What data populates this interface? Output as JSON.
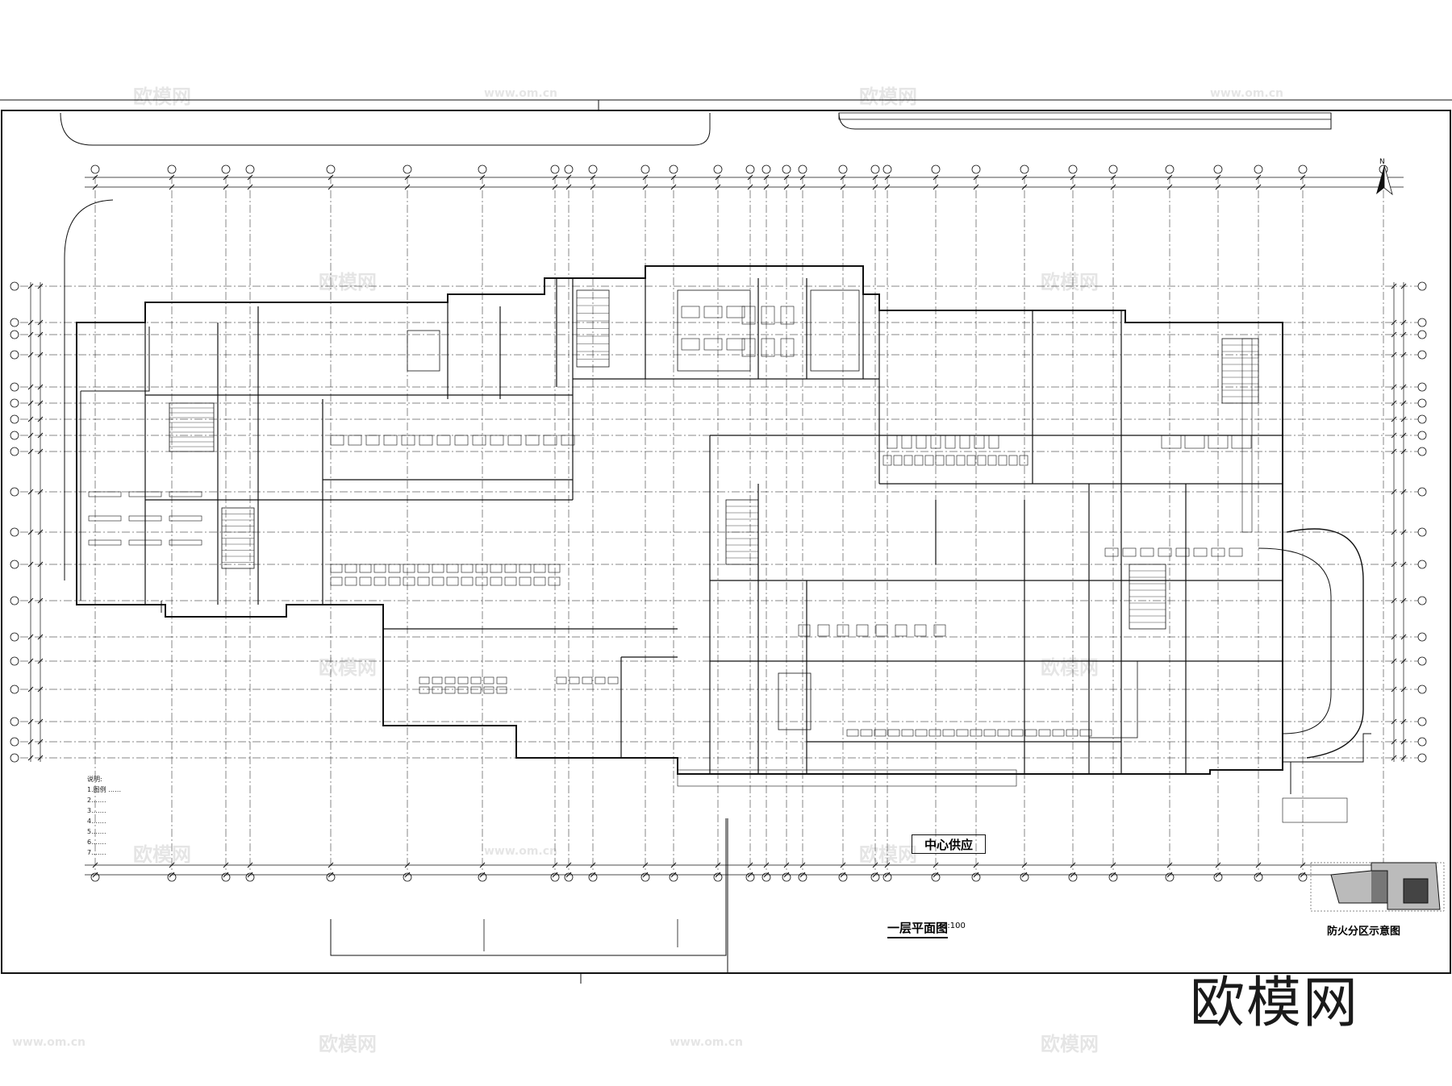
{
  "drawing": {
    "plan_title": "一层平面图",
    "plan_scale": "1:100",
    "zone_label": "中心供应",
    "legend_caption": "防火分区示意图",
    "brand_watermark": "欧模网",
    "watermark_text": "欧模网",
    "watermark_url": "www.om.cn",
    "north_label": "N"
  },
  "notes": {
    "lines": [
      "说明:",
      "1.图例 ……",
      "2.……",
      "3.……",
      "4.……",
      "5.……",
      "6.……",
      "7.……"
    ]
  },
  "colors": {
    "line": "#111111",
    "paper": "#ffffff",
    "hatch": "#555555"
  }
}
